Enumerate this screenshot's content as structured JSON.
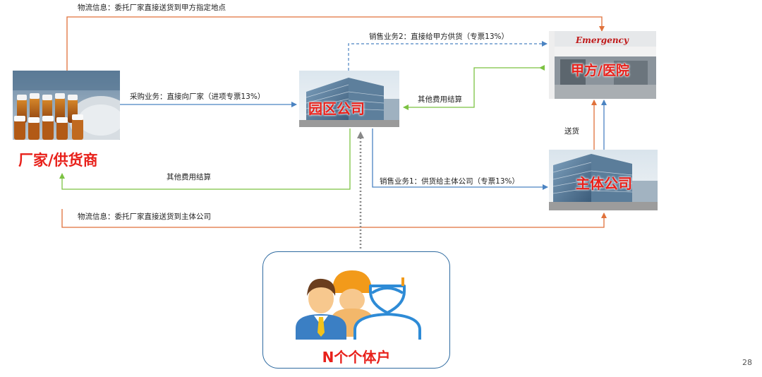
{
  "nodes": {
    "factory": {
      "title": "厂家/供货商"
    },
    "park": {
      "title": "园区公司"
    },
    "hospital": {
      "title": "甲方/医院",
      "sign": "Emergency"
    },
    "main_company": {
      "title": "主体公司"
    },
    "individuals": {
      "title": "N个个体户"
    }
  },
  "edges": {
    "logistics_top": "物流信息：委托厂家直接送货到甲方指定地点",
    "sales2": "销售业务2：直接给甲方供货（专票13%）",
    "purchase": "采购业务：直接向厂家（进项专票13%）",
    "other_fee_right": "其他费用结算",
    "delivery": "送货",
    "other_fee_left": "其他费用结算",
    "sales1": "销售业务1：供货给主体公司（专票13%）",
    "logistics_bottom": "物流信息：委托厂家直接送货到主体公司"
  },
  "colors": {
    "orange": "#e0713a",
    "blue": "#4a83c2",
    "green": "#7cc242",
    "gray": "#888888",
    "red": "#e8211b"
  },
  "page_number": "28"
}
